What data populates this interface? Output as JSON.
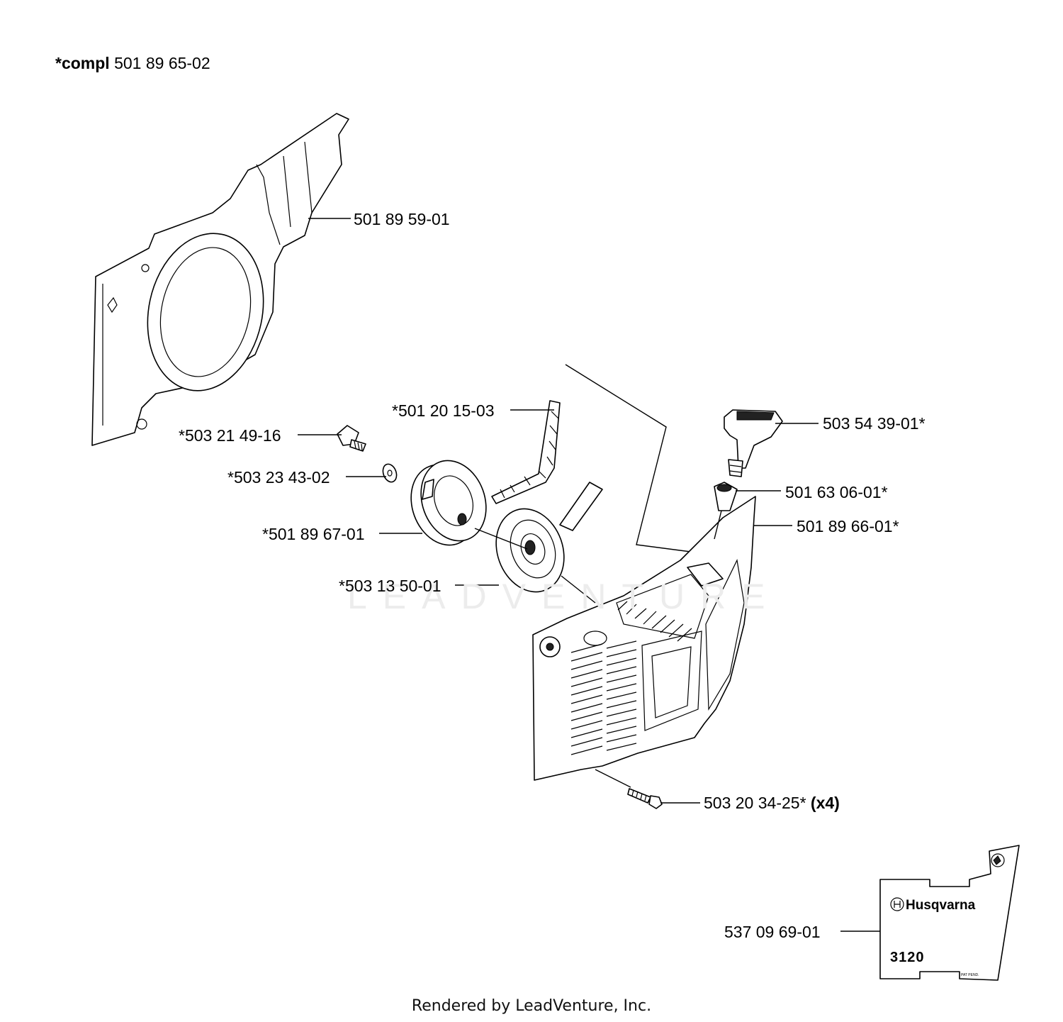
{
  "header": {
    "prefix": "*compl",
    "number": "501 89 65-02"
  },
  "watermark": "LEADVENTURE",
  "labels": {
    "housing": "501 89 59-01",
    "rope": "*501 20 15-03",
    "bolt": "*503 21 49-16",
    "washer": "*503 23 43-02",
    "pulley": "*501 89 67-01",
    "spring": "*503 13 50-01",
    "handle": "503 54 39-01*",
    "bushing": "501 63 06-01*",
    "cover": "501 89 66-01*",
    "screw": "503 20 34-25*",
    "screw_qty": "(x4)",
    "decal": "537 09 69-01"
  },
  "decal": {
    "brand": "Husqvarna",
    "model": "3120",
    "small_text": "PAT PEND."
  },
  "footer": "Rendered by LeadVenture, Inc."
}
